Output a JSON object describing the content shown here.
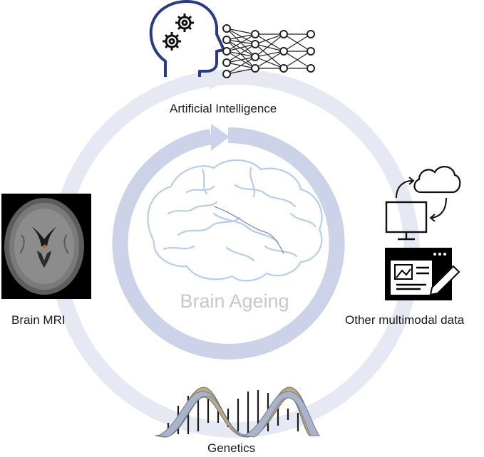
{
  "center_label": "Brain Ageing",
  "nodes": {
    "ai": "Artificial Intelligence",
    "mri": "Brain MRI",
    "other": "Other multimodal data",
    "genetics": "Genetics"
  },
  "colors": {
    "outer_ring": "#e6e9f4",
    "inner_ring": "#ccd2e8",
    "head_outline": "#2b3a86",
    "brain_outline": "#b7cde8",
    "dna_strand_a": "#b9aa8c",
    "dna_strand_b": "#a9b4c8",
    "mri_background": "#000000"
  },
  "icons": [
    "ai-head-icon",
    "gear-icon",
    "neural-network-icon",
    "brain-icon",
    "mri-scan-icon",
    "cloud-icon",
    "monitor-icon",
    "sync-arrows-icon",
    "document-edit-icon",
    "dna-helix-icon"
  ]
}
